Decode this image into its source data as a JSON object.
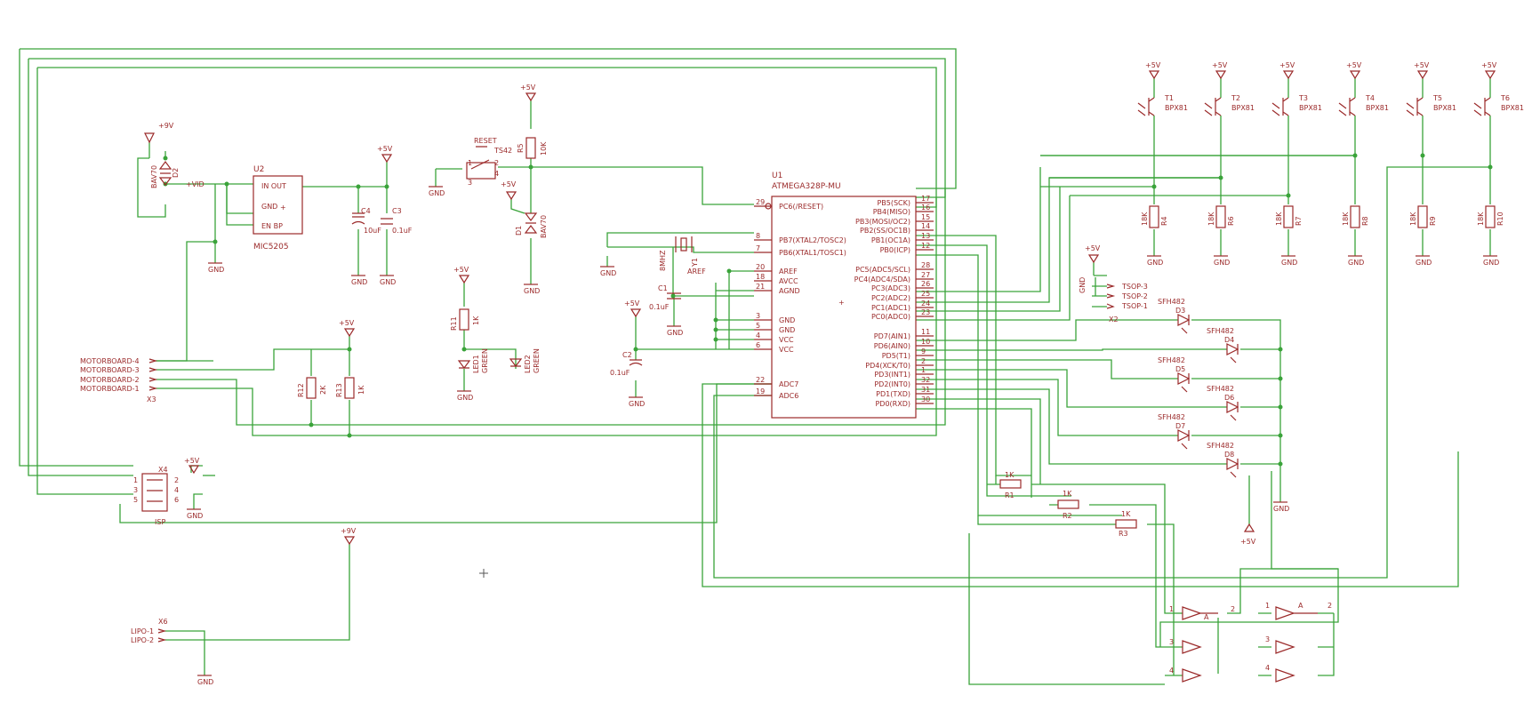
{
  "supply": {
    "plus5v": "+5V",
    "plus9v": "+9V",
    "gnd": "GND",
    "vid": "+VID"
  },
  "u1": {
    "ref": "U1",
    "part": "ATMEGA328P-MU",
    "left_pins": [
      {
        "num": "29",
        "name": "PC6(/RESET)"
      },
      {
        "num": "8",
        "name": "PB7(XTAL2/TOSC2)"
      },
      {
        "num": "7",
        "name": "PB6(XTAL1/TOSC1)"
      },
      {
        "num": "20",
        "name": "AREF"
      },
      {
        "num": "18",
        "name": "AVCC"
      },
      {
        "num": "21",
        "name": "AGND"
      },
      {
        "num": "3",
        "name": "GND"
      },
      {
        "num": "5",
        "name": "GND"
      },
      {
        "num": "4",
        "name": "VCC"
      },
      {
        "num": "6",
        "name": "VCC"
      },
      {
        "num": "22",
        "name": "ADC7"
      },
      {
        "num": "19",
        "name": "ADC6"
      }
    ],
    "right_pins": [
      {
        "num": "17",
        "name": "PB5(SCK)"
      },
      {
        "num": "16",
        "name": "PB4(MISO)"
      },
      {
        "num": "15",
        "name": "PB3(MOSI/OC2)"
      },
      {
        "num": "14",
        "name": "PB2(SS/OC1B)"
      },
      {
        "num": "13",
        "name": "PB1(OC1A)"
      },
      {
        "num": "12",
        "name": "PB0(ICP)"
      },
      {
        "num": "28",
        "name": "PC5(ADC5/SCL)"
      },
      {
        "num": "27",
        "name": "PC4(ADC4/SDA)"
      },
      {
        "num": "26",
        "name": "PC3(ADC3)"
      },
      {
        "num": "25",
        "name": "PC2(ADC2)"
      },
      {
        "num": "24",
        "name": "PC1(ADC1)"
      },
      {
        "num": "23",
        "name": "PC0(ADC0)"
      },
      {
        "num": "11",
        "name": "PD7(AIN1)"
      },
      {
        "num": "10",
        "name": "PD6(AIN0)"
      },
      {
        "num": "9",
        "name": "PD5(T1)"
      },
      {
        "num": "2",
        "name": "PD4(XCK/T0)"
      },
      {
        "num": "1",
        "name": "PD3(INT1)"
      },
      {
        "num": "32",
        "name": "PD2(INT0)"
      },
      {
        "num": "31",
        "name": "PD1(TXD)"
      },
      {
        "num": "30",
        "name": "PD0(RXD)"
      }
    ]
  },
  "u2": {
    "ref": "U2",
    "part": "MIC5205",
    "pin_in_out": "IN  OUT",
    "pin_gnd": "GND",
    "pin_en_bp": "EN  BP"
  },
  "passives": {
    "c4_ref": "C4",
    "c4_val": "10uF",
    "c3_ref": "C3",
    "c3_val": "0.1uF",
    "c1_ref": "C1",
    "c1_val": "0.1uF",
    "c2_ref": "C2",
    "c2_val": "0.1uF",
    "r5_ref": "R5",
    "r5_val": "10K",
    "r11_ref": "R11",
    "r11_val": "1K",
    "r12_ref": "R12",
    "r12_val": "2K",
    "r13_ref": "R13",
    "r13_val": "1K",
    "r1_ref": "R1",
    "r1_val": "1K",
    "r2_ref": "R2",
    "r2_val": "1K",
    "r3_ref": "R3",
    "r3_val": "1K",
    "d1_ref": "D1",
    "d1_val": "BAV70",
    "d2_ref": "D2",
    "d2_val": "BAV70",
    "led1_ref": "LED1",
    "led1_val": "GREEN",
    "led2_ref": "LED2",
    "led2_val": "GREEN",
    "y1_ref": "Y1",
    "y1_val": "8MHZ",
    "reset_label": "RESET",
    "ts42_label": "TS42"
  },
  "transistors": [
    {
      "ref": "T1",
      "val": "BPX81",
      "r": "R4",
      "rv": "18K"
    },
    {
      "ref": "T2",
      "val": "BPX81",
      "r": "R6",
      "rv": "18K"
    },
    {
      "ref": "T3",
      "val": "BPX81",
      "r": "R7",
      "rv": "18K"
    },
    {
      "ref": "T4",
      "val": "BPX81",
      "r": "R8",
      "rv": "18K"
    },
    {
      "ref": "T5",
      "val": "BPX81",
      "r": "R9",
      "rv": "18K"
    },
    {
      "ref": "T6",
      "val": "BPX81",
      "r": "R10",
      "rv": "18K"
    }
  ],
  "ir_leds": [
    {
      "val": "SFH482",
      "ref": "D3"
    },
    {
      "val": "SFH482",
      "ref": "D4"
    },
    {
      "val": "SFH482",
      "ref": "D5"
    },
    {
      "val": "SFH482",
      "ref": "D6"
    },
    {
      "val": "SFH482",
      "ref": "D7"
    },
    {
      "val": "SFH482",
      "ref": "D8"
    }
  ],
  "connectors": {
    "x3_ref": "X3",
    "x3_pins": [
      "MOTORBOARD-4",
      "MOTORBOARD-3",
      "MOTORBOARD-2",
      "MOTORBOARD-1"
    ],
    "x2_ref": "X2",
    "x2_pins": [
      "TSOP-3",
      "TSOP-2",
      "TSOP-1"
    ],
    "x4_ref": "X4",
    "x4_label": "ISP",
    "x6_ref": "X6",
    "x6_pins": [
      "LIPO-1",
      "LIPO-2"
    ]
  },
  "buffers": {
    "left_pins": [
      "1",
      "2",
      "3",
      "4"
    ],
    "right_pins": [
      "1",
      "2",
      "3",
      "4"
    ],
    "a_label": "A"
  }
}
